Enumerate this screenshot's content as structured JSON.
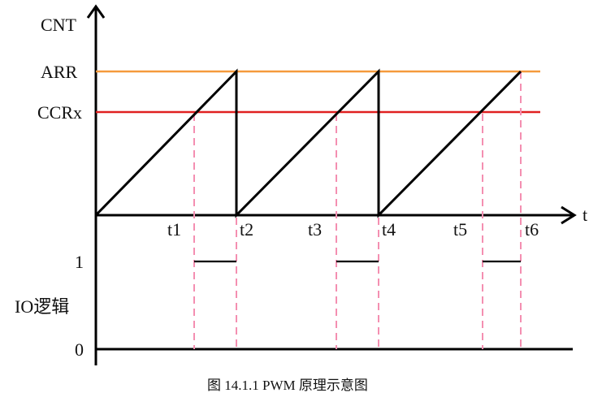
{
  "diagram": {
    "y_axis_label": "CNT",
    "x_axis_label": "t",
    "arr_label": "ARR",
    "ccr_label": "CCRx",
    "time_labels": [
      "t1",
      "t2",
      "t3",
      "t4",
      "t5",
      "t6"
    ],
    "io_label": "IO逻辑",
    "level_high": "1",
    "level_low": "0",
    "caption": "图 14.1.1 PWM 原理示意图",
    "colors": {
      "arr_line": "#f59a3c",
      "ccr_line": "#e02020",
      "dashed_marker": "#f48fb1",
      "axis": "#000000"
    }
  }
}
